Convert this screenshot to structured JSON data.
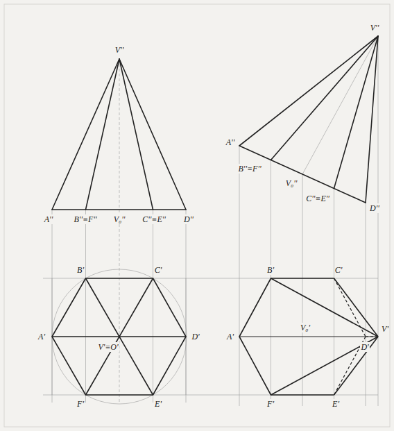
{
  "diagram": {
    "labels": [
      "V''",
      "A''",
      "B''≡F''",
      "V₀''",
      "C''≡E''",
      "D''",
      "B'",
      "C'",
      "A'",
      "V'≡O'",
      "D'",
      "F'",
      "E'",
      "V''",
      "A''",
      "B''≡F''",
      "V₀''",
      "C''≡E''",
      "D''",
      "B'",
      "C'",
      "A'",
      "V₀'",
      "V'",
      "D'",
      "F'",
      "E'"
    ]
  }
}
